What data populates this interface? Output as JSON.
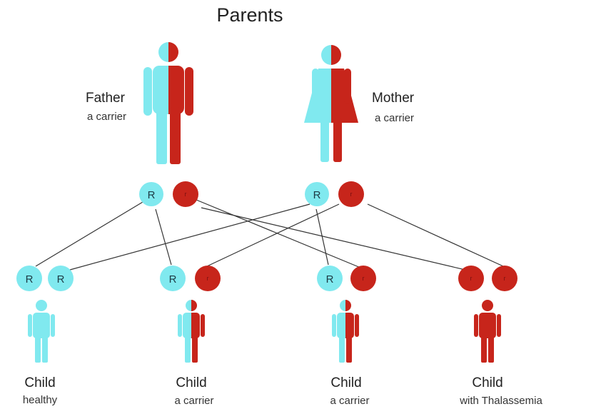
{
  "title": "Parents",
  "colors": {
    "normal": "#80e9ef",
    "thal": "#c7251b",
    "line": "#333333"
  },
  "parents": [
    {
      "id": "father",
      "name": "Father",
      "status": "a carrier",
      "figure": "male-half",
      "alleles": [
        "R",
        "r"
      ]
    },
    {
      "id": "mother",
      "name": "Mother",
      "status": "a carrier",
      "figure": "female-half",
      "alleles": [
        "R",
        "r"
      ]
    }
  ],
  "children": [
    {
      "id": "child-1",
      "name": "Child",
      "status": "healthy",
      "alleles": [
        "R",
        "R"
      ],
      "figure": "healthy"
    },
    {
      "id": "child-2",
      "name": "Child",
      "status": "a carrier",
      "alleles": [
        "R",
        "r"
      ],
      "figure": "half"
    },
    {
      "id": "child-3",
      "name": "Child",
      "status": "a carrier",
      "alleles": [
        "R",
        "r"
      ],
      "figure": "half"
    },
    {
      "id": "child-4",
      "name": "Child",
      "status": "with Thalassemia",
      "alleles": [
        "r",
        "r"
      ],
      "figure": "affected"
    }
  ]
}
